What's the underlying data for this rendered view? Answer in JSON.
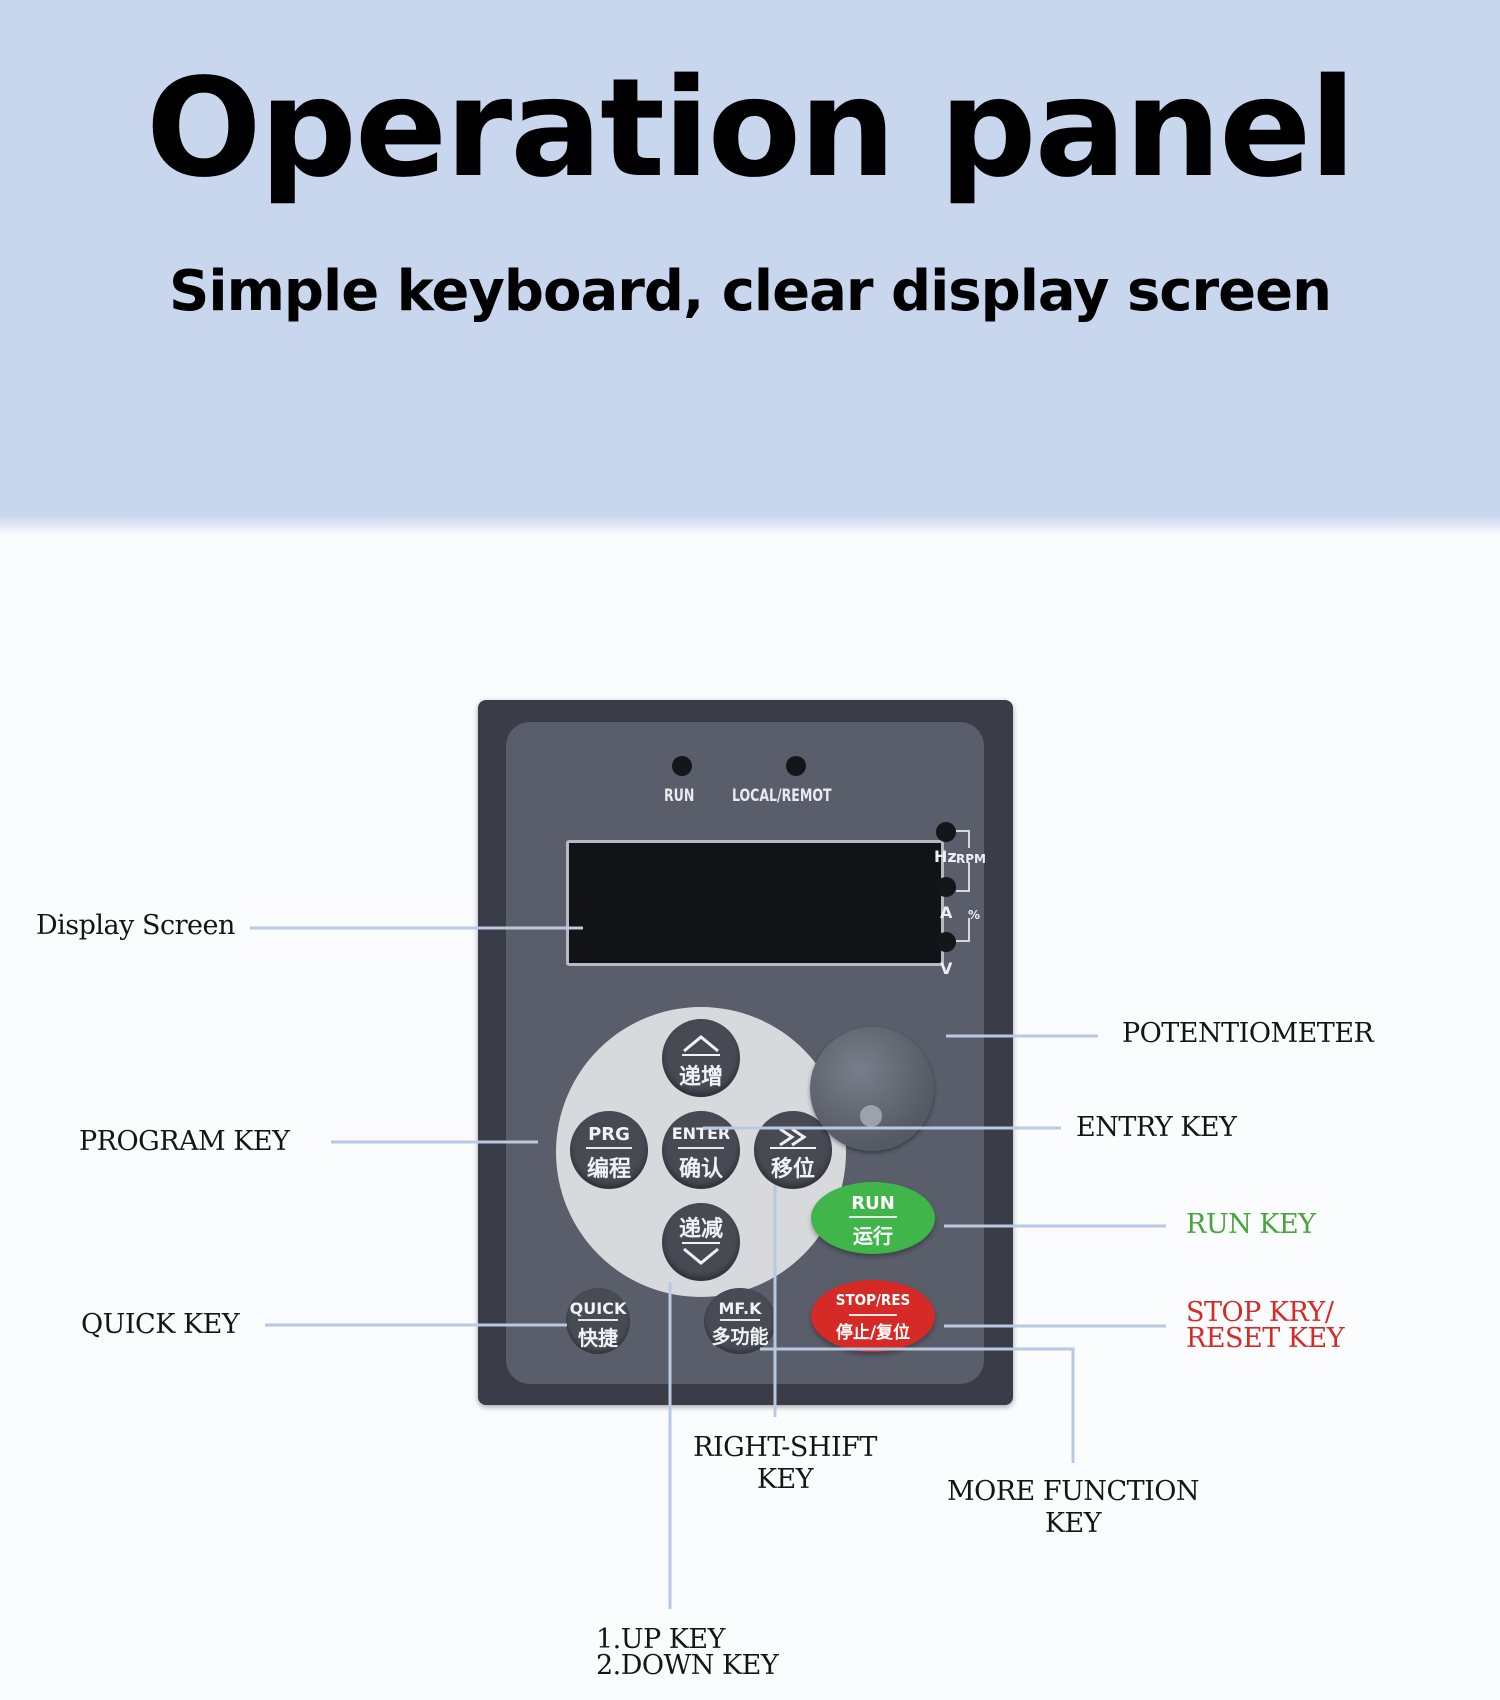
{
  "header": {
    "title": "Operation panel",
    "subtitle": "Simple keyboard, clear display screen"
  },
  "panel": {
    "indicators": {
      "run": "RUN",
      "local_remote": "LOCAL/REMOT"
    },
    "units": {
      "hz": "Hz",
      "rpm": "RPM",
      "a": "A",
      "percent": "%",
      "v": "V"
    },
    "keys": {
      "up": {
        "bottom": "递增"
      },
      "down": {
        "top": "递减"
      },
      "prg": {
        "top": "PRG",
        "bottom": "编程"
      },
      "enter": {
        "top": "ENTER",
        "bottom": "确认"
      },
      "shift": {
        "bottom": "移位"
      },
      "quick": {
        "top": "QUICK",
        "bottom": "快捷"
      },
      "mfk": {
        "top": "MF.K",
        "bottom": "多功能"
      },
      "run": {
        "top": "RUN",
        "bottom": "运行"
      },
      "stop": {
        "top": "STOP/RES",
        "bottom": "停止/复位"
      }
    }
  },
  "callouts": {
    "display_screen": "Display Screen",
    "potentiometer": "POTENTIOMETER",
    "program_key": "PROGRAM KEY",
    "entry_key": "ENTRY KEY",
    "run_key": "RUN KEY",
    "quick_key": "QUICK KEY",
    "stop_reset_line1": "STOP KRY/",
    "stop_reset_line2": "RESET KEY",
    "right_shift_line1": "RIGHT-SHIFT",
    "right_shift_line2": "KEY",
    "more_function_line1": "MORE FUNCTION",
    "more_function_line2": "KEY",
    "up_down_line1": "1.UP KEY",
    "up_down_line2": "2.DOWN KEY"
  },
  "colors": {
    "banner": "#c8d6ee",
    "run_label": "#4aa33c",
    "stop_label": "#d62a26",
    "run_button": "#3fb54a",
    "stop_button": "#d52a26",
    "leader_line": "#b9c9e2"
  }
}
